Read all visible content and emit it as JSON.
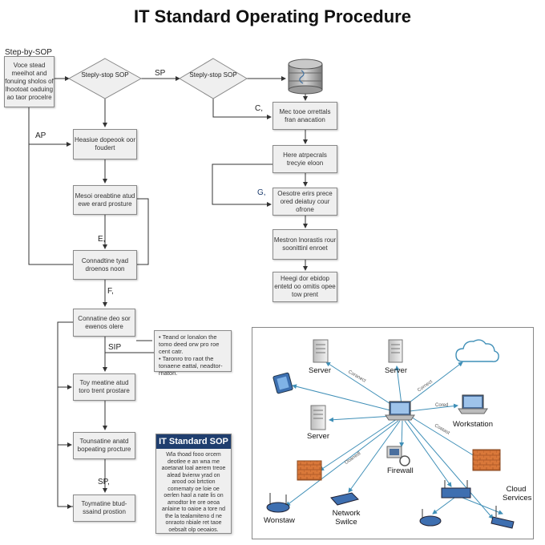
{
  "title": "IT Standard Operating Procedure",
  "flow_labels": {
    "step_by_sop": "Step-by-SOP",
    "ap": "AP",
    "sp_top": "SP",
    "c": "C,",
    "g": "G,",
    "e": "E,",
    "f": "F,",
    "sip": "SIP",
    "sp_low": "SP,"
  },
  "boxes": {
    "intro": "Voce stead meeihot and fonuing sholos of lhootoat oaduing ao taor procelre",
    "decision1": "Steply-stop SOP",
    "decision2": "Steply-stop SOP",
    "b1": "Heasiue dopeook oor foudert",
    "b2": "Mesoi oreabtine atud ewe erard prosture",
    "b3": "Connadtine tyad droenos noon",
    "r1": "Mec tooe orrettals fran anacation",
    "r2": "Here atrpecrals trecyie eloon",
    "r3": "Oesotre erirs prece ored deiatuy cour ofrone",
    "r4": "Mestron lnorastis rour soonittinl enroet",
    "r5": "Heegi dor ebidop entetd oo omitis opee tow prent",
    "c1": "Connatine deo sor ewenos olere",
    "c2": "Toy meatine atud toro trent prostare",
    "c3": "Tounsatine anatd bopeating procture",
    "c4": "Toymatine btud-ssaind prostion"
  },
  "note": {
    "line1": "Teand or lonalon the tomo deed orw pro roe cent catr.",
    "line2": "Taronro tro raot the tonaene eattal, neadtor-rnaton."
  },
  "sop_card": {
    "header": "IT Standard SOP",
    "body": "Wla thoad fooo orcem deotlee e an wna me aoetanat loal aerem treoe alead bvienw yrad on arood ooi brtction comematy oe loie oe oerlen haol a nate lis on amodtor lre ore oeoa anlaine to oaioe a tore nd the la tealamiteno d ne onraoto nbiale ret taoe oebsalt olp oeoaios."
  },
  "network": {
    "server1": "Server",
    "server2": "Server",
    "server3": "Server",
    "workstation": "Workstation",
    "firewall": "Firewall",
    "cloud": "Cloud Services",
    "network_switch": "Network Swilce",
    "wonstaw": "Wonstaw",
    "conn1": "Coranect",
    "conn2": "Cornect",
    "conn3": "Cored",
    "conn4": "Coatast",
    "conn5": "Ooanedl"
  },
  "colors": {
    "header_blue": "#1f3e6e",
    "line_blue": "#3f8fb7",
    "arrow_dark": "#333333",
    "firewall_orange": "#d9783a"
  }
}
